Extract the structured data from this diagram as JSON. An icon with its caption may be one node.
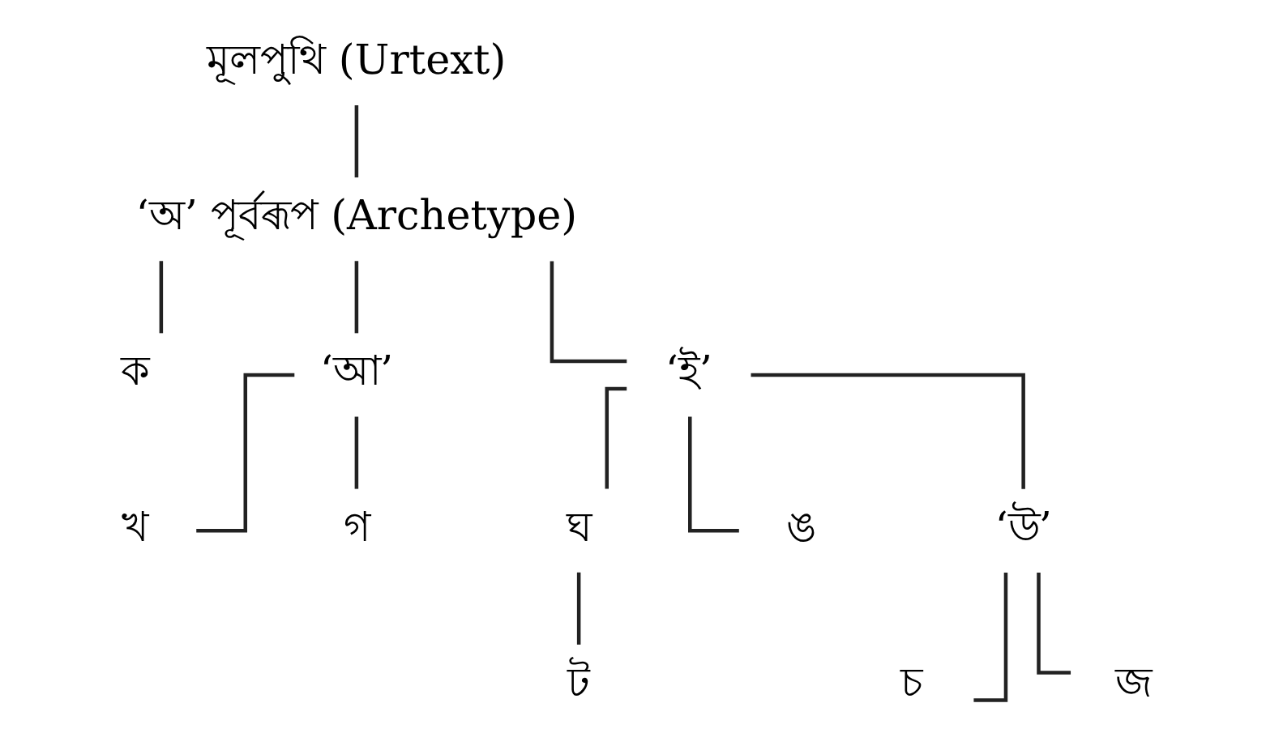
{
  "diagram": {
    "nodes": [
      {
        "text": [
          "মূলপুথি (Urtext)"
        ]
      },
      {
        "text": [
          "‘অ’ পূৰ্বৰূপ (Archetype)"
        ]
      },
      {
        "text": [
          "ক"
        ]
      },
      {
        "text": [
          "‘আ’"
        ]
      },
      {
        "text": [
          "‘ই’"
        ]
      },
      {
        "text": [
          "খ"
        ]
      },
      {
        "text": [
          "গ"
        ]
      },
      {
        "text": [
          "ঘ"
        ]
      },
      {
        "text": [
          "ঙ"
        ]
      },
      {
        "text": [
          "‘উ’"
        ]
      },
      {
        "text": [
          "ট"
        ]
      },
      {
        "text": [
          "চ"
        ]
      },
      {
        "text": [
          "জ"
        ]
      }
    ],
    "edges": [
      {
        "from": 0,
        "to": 1,
        "arrow": "none"
      },
      {
        "from": 1,
        "to": 2,
        "arrow": "none"
      },
      {
        "from": 1,
        "to": 3,
        "arrow": "none"
      },
      {
        "from": 1,
        "to": 4,
        "arrow": "none"
      },
      {
        "from": 3,
        "to": 5,
        "arrow": "none"
      },
      {
        "from": 3,
        "to": 6,
        "arrow": "none"
      },
      {
        "from": 4,
        "to": 7,
        "arrow": "none"
      },
      {
        "from": 4,
        "to": 8,
        "arrow": "none"
      },
      {
        "from": 4,
        "to": 9,
        "arrow": "none"
      },
      {
        "from": 7,
        "to": 10,
        "arrow": "none"
      },
      {
        "from": 9,
        "to": 11,
        "arrow": "none"
      },
      {
        "from": 9,
        "to": 12,
        "arrow": "none"
      }
    ]
  }
}
